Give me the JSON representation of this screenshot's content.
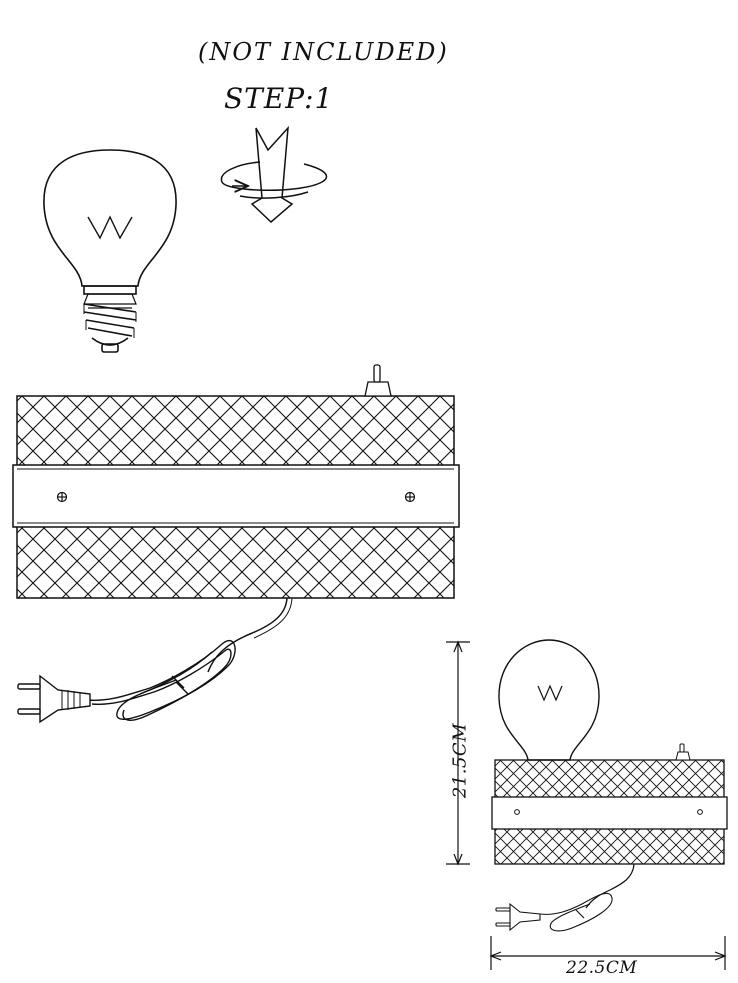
{
  "labels": {
    "not_included": "(NOT INCLUDED)",
    "step": "STEP:1",
    "height_dimension": "21.5CM",
    "width_dimension": "22.5CM"
  },
  "icons": {
    "bulb": "bulb-icon",
    "rotate_arrow": "rotate-arrow-icon",
    "plug": "plug-icon",
    "switch": "switch-icon"
  },
  "colors": {
    "line": "#111111",
    "background": "#ffffff"
  }
}
